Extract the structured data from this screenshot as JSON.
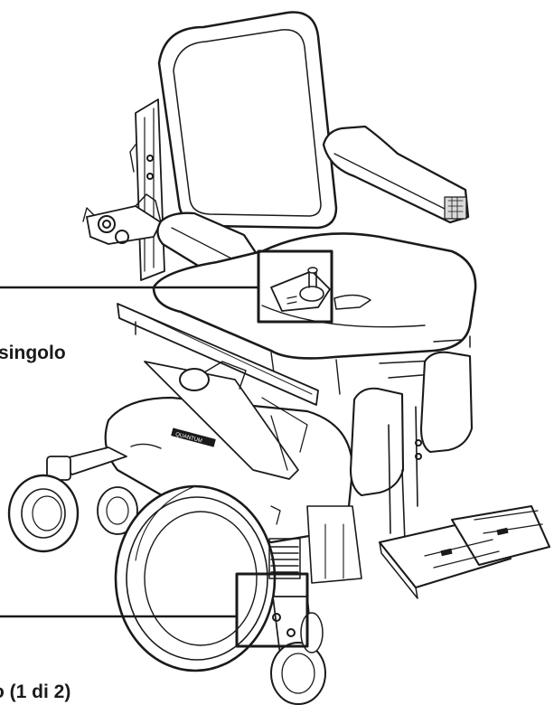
{
  "labels": {
    "callout_single": "singolo",
    "caption": "o (1 di 2)"
  },
  "brand_plate": "QUANTUM",
  "colors": {
    "line": "#1a1a1a",
    "background": "#ffffff",
    "shade": "#d9d9d9"
  },
  "icons": {
    "wheelchair": "power-wheelchair-illustration",
    "joystick": "joystick-controller-icon",
    "callout_box": "highlight-box-icon"
  }
}
